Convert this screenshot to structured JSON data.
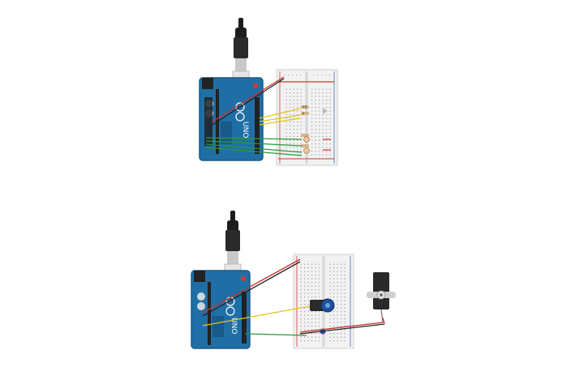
{
  "circuits": [
    {
      "id": "circuit-top",
      "board_label": "UNO",
      "board_color": "#1f6fa6",
      "wires": [
        {
          "name": "power-wire-red",
          "color": "#c8312c"
        },
        {
          "name": "ground-wire-black",
          "color": "#222222"
        },
        {
          "name": "signal-wire-yellow",
          "color": "#e3c51a"
        },
        {
          "name": "signal-wire-green",
          "color": "#2a9a3a"
        }
      ],
      "components": [
        "resistor",
        "resistor",
        "resistor",
        "resistor",
        "led",
        "photoresistor"
      ]
    },
    {
      "id": "circuit-bottom",
      "board_label": "UNO",
      "board_color": "#1f6fa6",
      "wires": [
        {
          "name": "power-wire-red",
          "color": "#c8312c"
        },
        {
          "name": "ground-wire-black",
          "color": "#222222"
        },
        {
          "name": "signal-wire-yellow",
          "color": "#e3c51a"
        },
        {
          "name": "signal-wire-green",
          "color": "#2a9a3a"
        }
      ],
      "components": [
        "potentiometer",
        "capacitor",
        "servo-motor"
      ]
    }
  ],
  "colors": {
    "breadboard": "#f2f2f2",
    "breadboard_hole": "#9a9a9a",
    "rail_red": "#d33a32",
    "rail_blue": "#3c6fb4",
    "usb_cable": "#1c1c1c",
    "usb_plug": "#d8d8d8",
    "board": "#1f6fa6",
    "board_dark": "#195a88",
    "header": "#222222",
    "servo_body": "#2a2a2a",
    "servo_horn": "#dddddd",
    "resistor": "#d2b48c"
  }
}
